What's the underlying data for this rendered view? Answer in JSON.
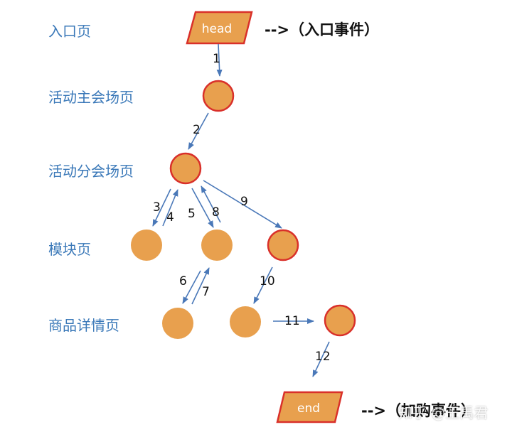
{
  "levels": [
    "入口页",
    "活动主会场页",
    "活动分会场页",
    "模块页",
    "商品详情页"
  ],
  "nodes": {
    "head": "head",
    "end": "end"
  },
  "annotations": {
    "entry": "-->（入口事件）",
    "purchase": "-->（加购事件）"
  },
  "edges": [
    "1",
    "2",
    "3",
    "4",
    "5",
    "8",
    "9",
    "6",
    "7",
    "10",
    "11",
    "12"
  ],
  "watermark": "知乎 @王禹君",
  "colors": {
    "fill": "#e8a04e",
    "highlight_stroke": "#d9302a",
    "arrow": "#4a78b8",
    "label": "#3a78b8"
  }
}
